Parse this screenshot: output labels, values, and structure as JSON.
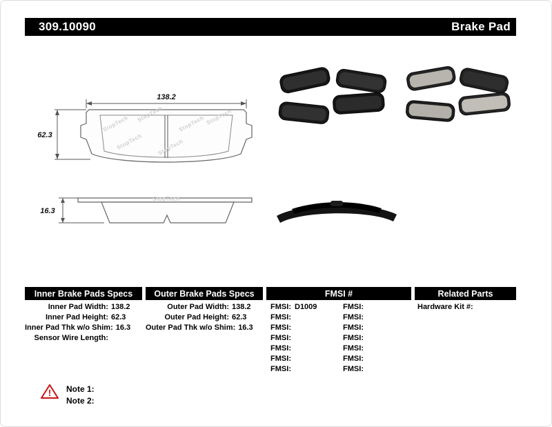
{
  "header": {
    "part_number": "309.10090",
    "title": "Brake Pad"
  },
  "drawing": {
    "width_dim": "138.2",
    "height_dim": "62.3",
    "thickness_dim": "16.3",
    "watermark": "StopTech"
  },
  "specs": {
    "inner": {
      "header": "Inner Brake Pads Specs",
      "rows": [
        {
          "label": "Inner Pad Width:",
          "value": "138.2"
        },
        {
          "label": "Inner Pad Height:",
          "value": "62.3"
        },
        {
          "label": "Inner Pad Thk w/o Shim:",
          "value": "16.3"
        },
        {
          "label": "Sensor Wire Length:",
          "value": ""
        }
      ]
    },
    "outer": {
      "header": "Outer Brake Pads Specs",
      "rows": [
        {
          "label": "Outer Pad Width:",
          "value": "138.2"
        },
        {
          "label": "Outer Pad Height:",
          "value": "62.3"
        },
        {
          "label": "Outer Pad Thk w/o Shim:",
          "value": "16.3"
        }
      ]
    },
    "fmsi": {
      "header": "FMSI #",
      "left_rows": [
        {
          "label": "FMSI:",
          "value": "D1009"
        },
        {
          "label": "FMSI:",
          "value": ""
        },
        {
          "label": "FMSI:",
          "value": ""
        },
        {
          "label": "FMSI:",
          "value": ""
        },
        {
          "label": "FMSI:",
          "value": ""
        },
        {
          "label": "FMSI:",
          "value": ""
        },
        {
          "label": "FMSI:",
          "value": ""
        }
      ],
      "right_rows": [
        {
          "label": "FMSI:",
          "value": ""
        },
        {
          "label": "FMSI:",
          "value": ""
        },
        {
          "label": "FMSI:",
          "value": ""
        },
        {
          "label": "FMSI:",
          "value": ""
        },
        {
          "label": "FMSI:",
          "value": ""
        },
        {
          "label": "FMSI:",
          "value": ""
        },
        {
          "label": "FMSI:",
          "value": ""
        }
      ]
    },
    "related": {
      "header": "Related Parts",
      "rows": [
        {
          "label": "Hardware Kit #:",
          "value": ""
        }
      ]
    }
  },
  "notes": {
    "warning_icon": "!",
    "items": [
      {
        "label": "Note 1:"
      },
      {
        "label": "Note 2:"
      }
    ]
  }
}
